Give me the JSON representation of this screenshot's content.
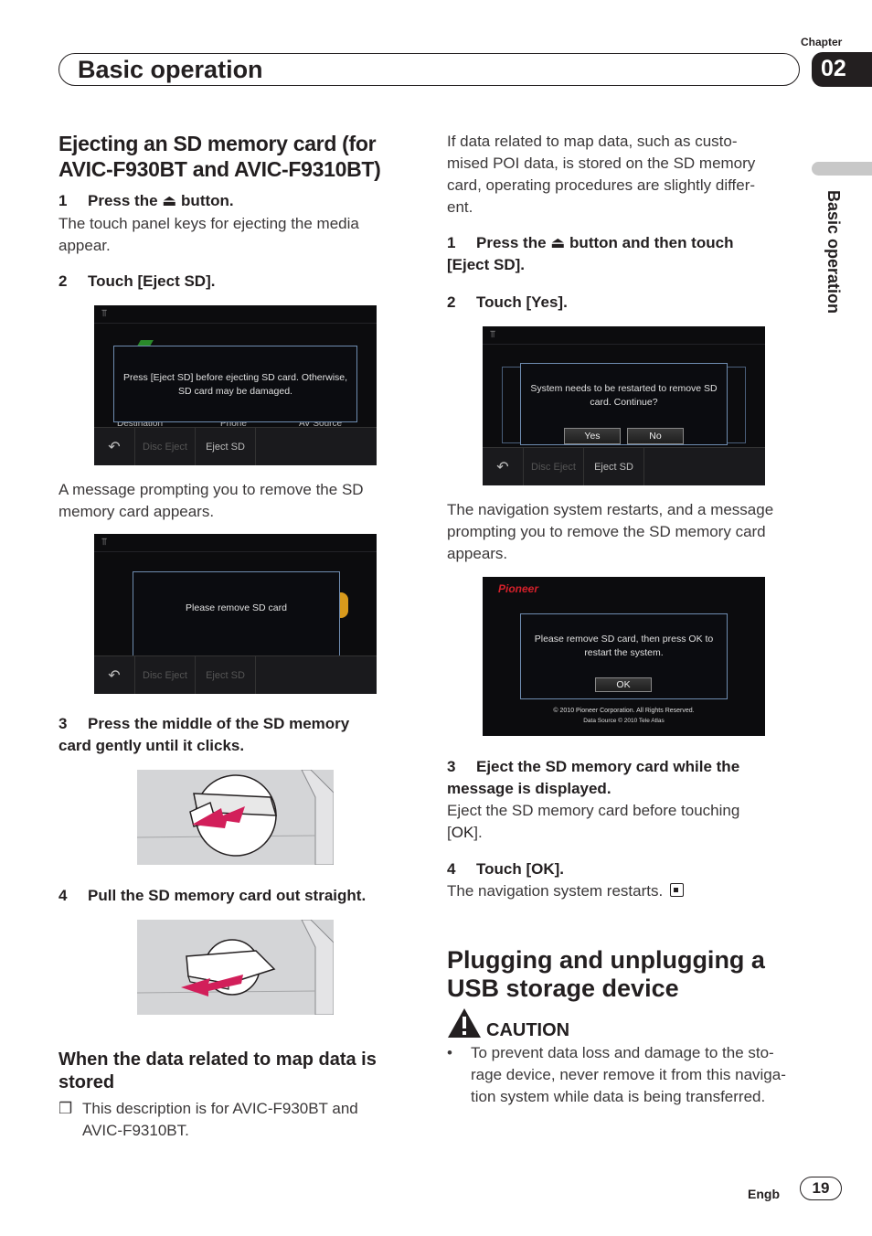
{
  "header": {
    "title": "Basic operation",
    "chapter_label": "Chapter",
    "chapter_num": "02",
    "side_label": "Basic operation"
  },
  "left": {
    "heading": [
      "Ejecting an SD memory card (for",
      "AVIC-F930BT and AVIC-F9310BT)"
    ],
    "step1": {
      "num": "1",
      "text": "Press the ⏏ button."
    },
    "step1_body": [
      "The touch panel keys for ejecting the media",
      "appear."
    ],
    "step2": {
      "num": "2",
      "text": "Touch [Eject SD]."
    },
    "screen1": {
      "message": [
        "Press [Eject SD] before ejecting SD card. Otherwise,",
        "SD card may be damaged."
      ],
      "behind": [
        "Destination",
        "Phone",
        "AV Source"
      ],
      "btn_disc": "Disc Eject",
      "btn_eject": "Eject SD"
    },
    "after_screen1": [
      "A message prompting you to remove the SD",
      "memory card appears."
    ],
    "screen2": {
      "message": "Please remove SD card",
      "btn_disc": "Disc Eject",
      "btn_eject": "Eject SD"
    },
    "step3": {
      "num": "3",
      "text": [
        "Press the middle of the SD memory",
        "card gently until it clicks."
      ]
    },
    "step4": {
      "num": "4",
      "text": "Pull the SD memory card out straight."
    },
    "subheading": [
      "When the data related to map data is",
      "stored"
    ],
    "note_bullet": "❒",
    "note": [
      "This description is for AVIC-F930BT and",
      "AVIC-F9310BT."
    ]
  },
  "right": {
    "intro": [
      "If data related to map data, such as custo-",
      "mised POI data, is stored on the SD memory",
      "card, operating procedures are slightly differ-",
      "ent."
    ],
    "step1": {
      "num": "1",
      "text": [
        "Press the ⏏ button and then touch",
        "[Eject SD]."
      ]
    },
    "step2": {
      "num": "2",
      "text": "Touch [Yes]."
    },
    "screen3": {
      "message": [
        "System needs to be restarted to remove SD",
        "card. Continue?"
      ],
      "yes": "Yes",
      "no": "No",
      "btn_disc": "Disc Eject",
      "btn_eject": "Eject SD"
    },
    "after_screen3": [
      "The navigation system restarts, and a message",
      "prompting you to remove the SD memory card",
      "appears."
    ],
    "screen4": {
      "brand": "Pioneer",
      "message": [
        "Please remove SD card, then press OK to",
        "restart the system."
      ],
      "ok": "OK",
      "copyright": "© 2010 Pioneer Corporation. All Rights Reserved.",
      "datasource": "Data Source © 2010 Tele Atlas"
    },
    "step3": {
      "num": "3",
      "text": [
        "Eject the SD memory card while the",
        "message is displayed."
      ]
    },
    "step3_body": {
      "line1": "Eject the SD memory card before touching",
      "pre": "[",
      "bold": "OK",
      "post": "]."
    },
    "step4": {
      "num": "4",
      "text": "Touch [OK]."
    },
    "step4_body": "The navigation system restarts.",
    "heading2": [
      "Plugging and unplugging a",
      "USB storage device"
    ],
    "caution_label": "CAUTION",
    "caution_bullet": "•",
    "caution_text": [
      "To prevent data loss and damage to the sto-",
      "rage device, never remove it from this naviga-",
      "tion system while data is being transferred."
    ]
  },
  "footer": {
    "lang": "Engb",
    "page": "19"
  }
}
